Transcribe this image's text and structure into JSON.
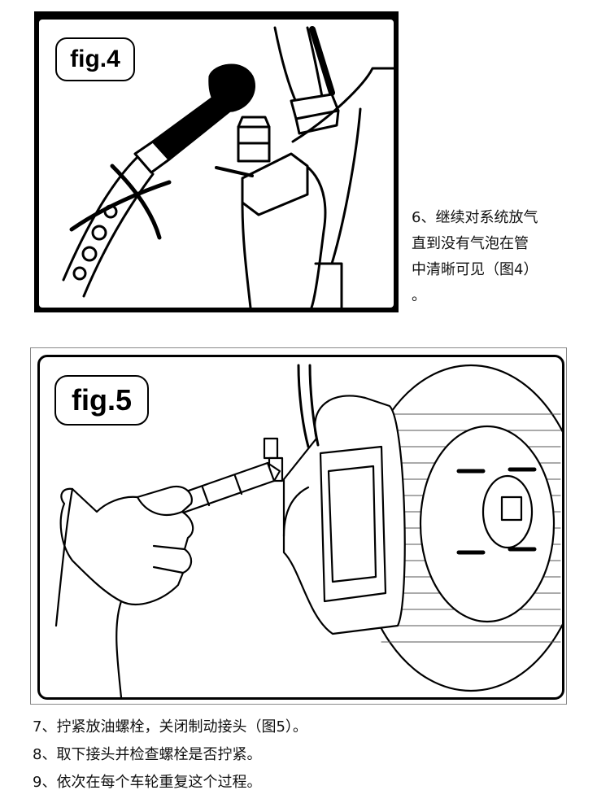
{
  "fig4": {
    "label": "fig.4",
    "step_lines": [
      "6、继续对系统放气",
      "直到没有气泡在管",
      "中清晰可见（图4）",
      "。"
    ]
  },
  "fig5": {
    "label": "fig.5"
  },
  "steps": [
    "7、拧紧放油螺栓，关闭制动接头（图5）。",
    "8、取下接头并检查螺栓是否拧紧。",
    "9、依次在每个车轮重复这个过程。"
  ]
}
